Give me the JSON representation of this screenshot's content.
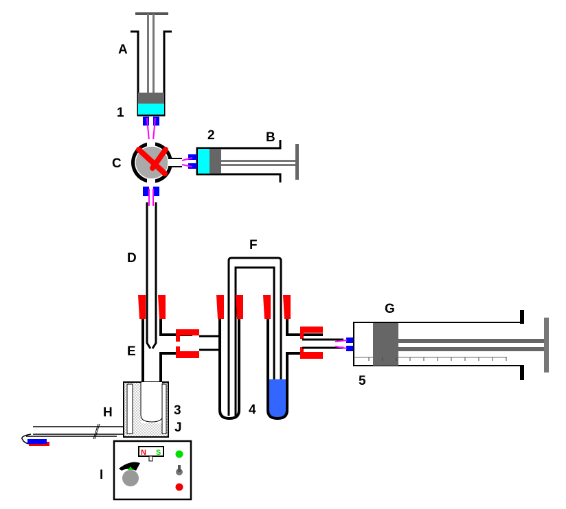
{
  "labels": {
    "A": "A",
    "one": "1",
    "C": "C",
    "two": "2",
    "B": "B",
    "D": "D",
    "E": "E",
    "F": "F",
    "G": "G",
    "five": "5",
    "four": "4",
    "three": "3",
    "H": "H",
    "J": "J",
    "I": "I"
  },
  "meter": {
    "north": "N",
    "south": "S"
  },
  "colors": {
    "liquid_cyan": "#00ffff",
    "plunger_gray": "#666666",
    "cap_red": "#ff0000",
    "connector_blue": "#0000ff",
    "tube_pink": "#ff00ff",
    "solution_blue": "#3366ff",
    "indicator_green": "#00dd00",
    "indicator_red": "#ee0000"
  }
}
